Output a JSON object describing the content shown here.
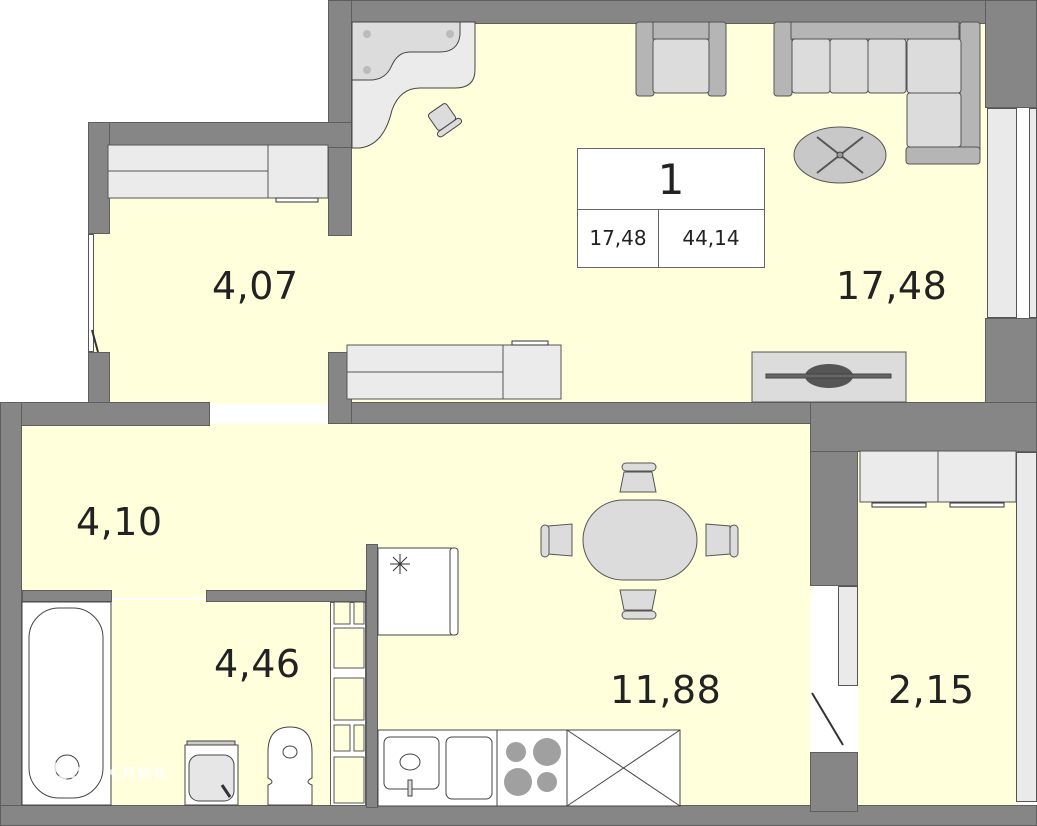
{
  "apartment": {
    "rooms_count": "1",
    "living_area": "17,48",
    "total_area": "44,14"
  },
  "rooms": [
    {
      "id": "hall-upper",
      "area": "4,07"
    },
    {
      "id": "living-room",
      "area": "17,48"
    },
    {
      "id": "hallway",
      "area": "4,10"
    },
    {
      "id": "bathroom",
      "area": "4,46"
    },
    {
      "id": "kitchen",
      "area": "11,88"
    },
    {
      "id": "balcony",
      "area": "2,15"
    }
  ],
  "watermark": "Домклик",
  "colors": {
    "wall": "#868686",
    "floor": "#ffffdc",
    "furniture": "#dcdcdc",
    "text": "#222222"
  }
}
